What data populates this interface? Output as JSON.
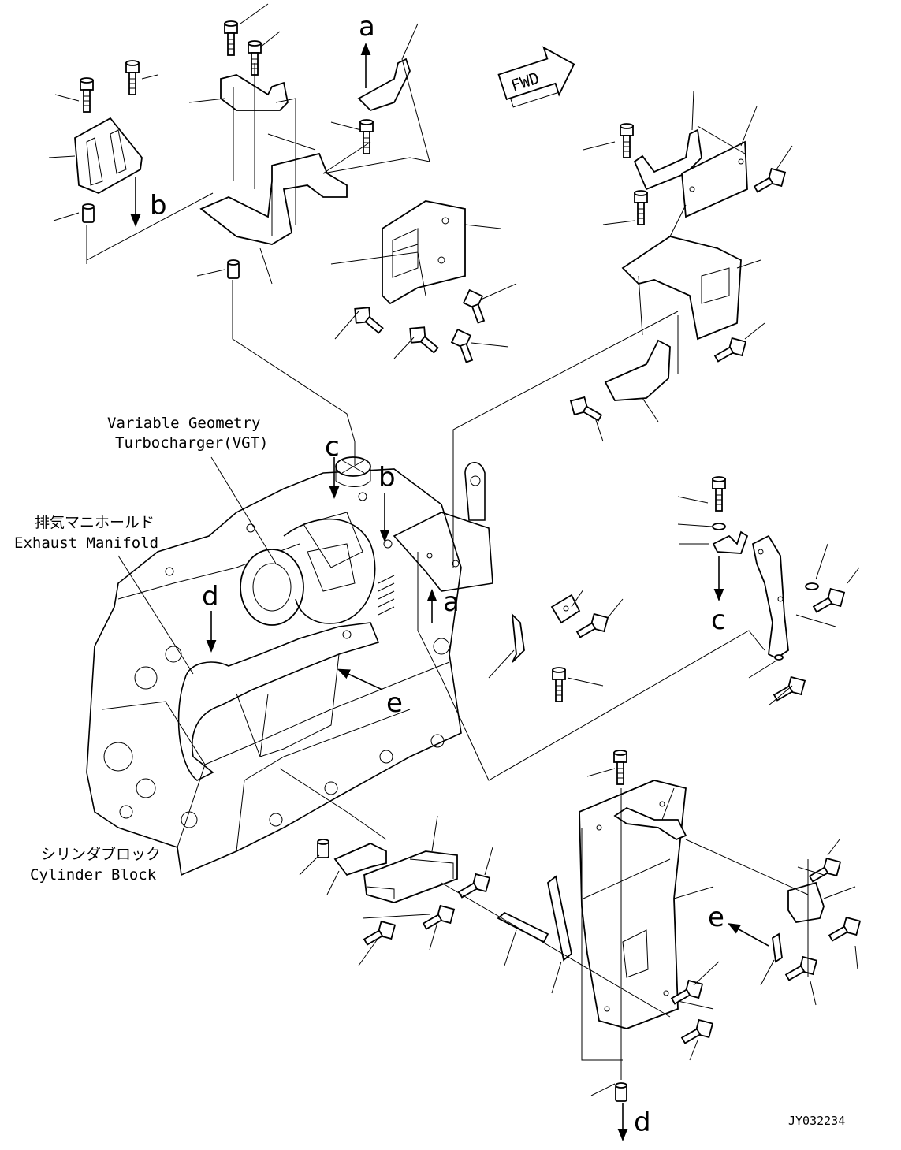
{
  "labels": {
    "vgt_line1": "Variable Geometry",
    "vgt_line2": "Turbocharger(VGT)",
    "exhaust_jp": "排気マニホールド",
    "exhaust_en": "Exhaust Manifold",
    "cylinder_jp": "シリンダブロック",
    "cylinder_en": "Cylinder Block",
    "fwd": "FWD",
    "drawing_id": "JY032234"
  },
  "arrow_labels": {
    "a": "a",
    "b": "b",
    "c": "c",
    "d": "d",
    "e": "e"
  }
}
